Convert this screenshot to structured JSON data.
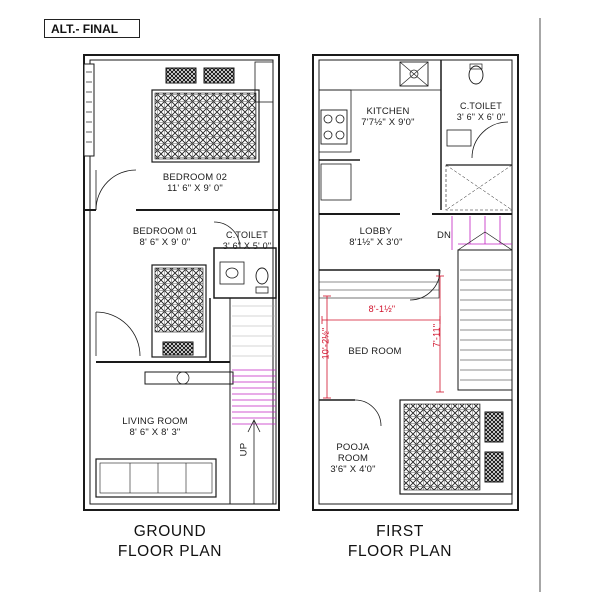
{
  "header": {
    "tag": "ALT.- FINAL"
  },
  "ground": {
    "bedroom02": {
      "name": "BEDROOM 02",
      "size": "11' 6\" X 9' 0\""
    },
    "bedroom01": {
      "name": "BEDROOM 01",
      "size": "8' 6\" X 9' 0\""
    },
    "ctoilet": {
      "name": "C.TOILET",
      "size": "3' 6\" X 5' 0\""
    },
    "living": {
      "name": "LIVING ROOM",
      "size": "8' 6\" X 8' 3\""
    },
    "up": "UP",
    "caption": [
      "GROUND",
      "FLOOR PLAN"
    ]
  },
  "first": {
    "kitchen": {
      "name": "KITCHEN",
      "size": "7'7½\" X 9'0\""
    },
    "ctoilet": {
      "name": "C.TOILET",
      "size": "3' 6\" X 6' 0\""
    },
    "lobby": {
      "name": "LOBBY",
      "size": "8'1½\" X 3'0\""
    },
    "dn": "DN",
    "bedroom": {
      "name": "BED ROOM"
    },
    "pooja": {
      "name": [
        "POOJA",
        "ROOM"
      ],
      "size": "3'6\" X 4'0\""
    },
    "dims": {
      "width": "8'-1½\"",
      "height": "10'-2½\"",
      "stair": "7'-11\""
    },
    "caption": [
      "FIRST",
      "FLOOR PLAN"
    ]
  },
  "colors": {
    "wall": "#1a1a1a",
    "dimension": "#d0102a",
    "stair": "#c020c0"
  }
}
